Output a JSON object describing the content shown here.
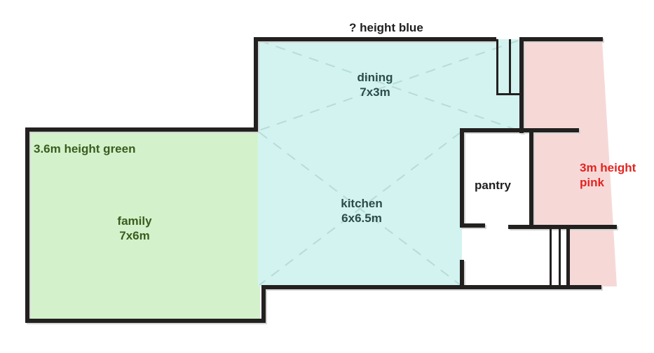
{
  "diagram": {
    "type": "floor-plan",
    "notes": {
      "blue": "? height blue",
      "green": "3.6m height green",
      "pink_line1": "3m height",
      "pink_line2": "pink"
    },
    "rooms": {
      "family": {
        "name": "family",
        "dims": "7x6m"
      },
      "dining": {
        "name": "dining",
        "dims": "7x3m"
      },
      "kitchen": {
        "name": "kitchen",
        "dims": "6x6.5m"
      },
      "pantry": {
        "name": "pantry"
      }
    },
    "colors": {
      "background": "#ffffff",
      "green_fill": "#d3f2cb",
      "blue_fill": "#d2f3f0",
      "pink_fill": "#f6d9d7",
      "wall": "#232020",
      "dash": "#b7dcd8",
      "green_text": "#3a5c1e",
      "teal_text": "#2b4c4a",
      "red_text": "#e32421",
      "black_text": "#1f1f1f"
    }
  }
}
